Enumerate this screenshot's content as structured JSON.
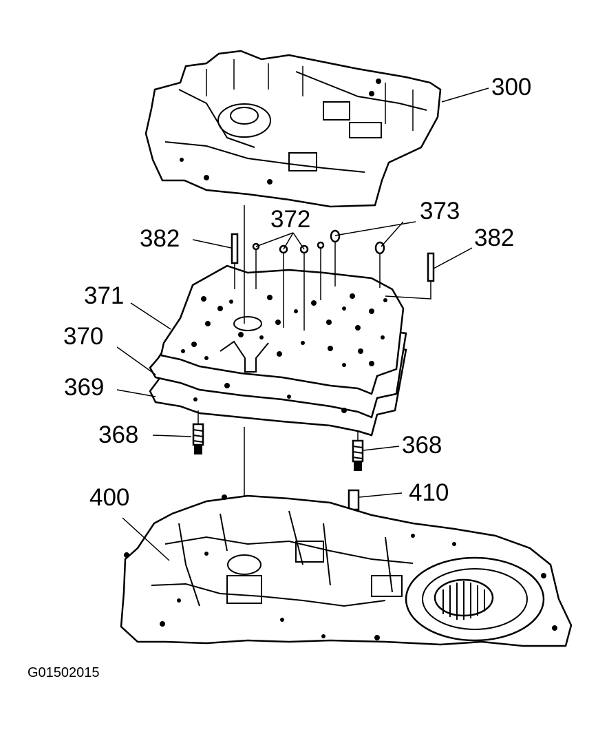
{
  "figure_id": "G01502015",
  "callouts": {
    "c300": "300",
    "c372": "372",
    "c373": "373",
    "c382_left": "382",
    "c382_right": "382",
    "c371": "371",
    "c370": "370",
    "c369": "369",
    "c368_left": "368",
    "c368_right": "368",
    "c400": "400",
    "c410": "410"
  }
}
